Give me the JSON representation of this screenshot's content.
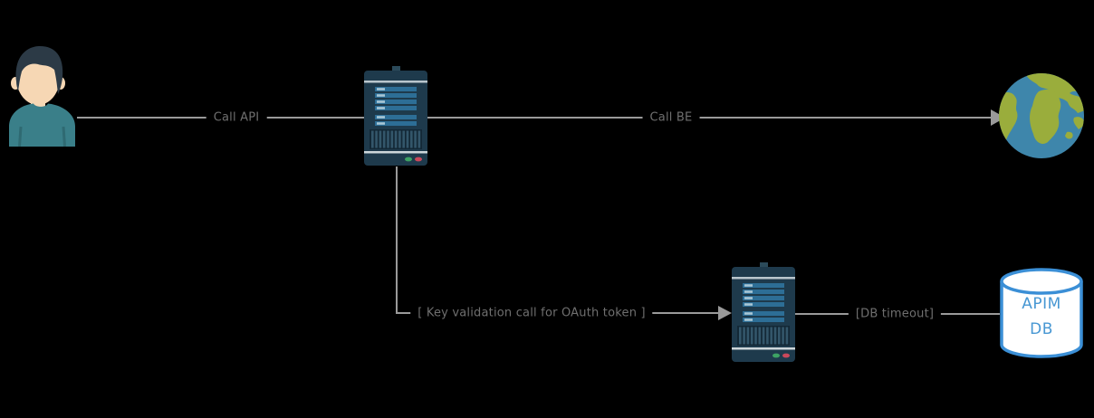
{
  "diagram": {
    "background": "#000000",
    "connector_color": "#9a9a9a",
    "label_color": "#6f6f6f",
    "edges": {
      "call_api": {
        "label": "Call API"
      },
      "call_be": {
        "label": "Call BE"
      },
      "key_validation": {
        "label": "[ Key validation call for OAuth token ]"
      },
      "db_timeout": {
        "label": "[DB timeout]"
      }
    },
    "nodes": {
      "user": {
        "icon": "person-icon",
        "colors": {
          "hair": "#2c3a46",
          "skin": "#f6d7b4",
          "shirt": "#3a7f89"
        }
      },
      "api_server": {
        "icon": "server-icon"
      },
      "oauth_server": {
        "icon": "server-icon"
      },
      "backend_globe": {
        "icon": "globe-icon",
        "colors": {
          "ocean": "#3e86ab",
          "land": "#9aad3c"
        }
      },
      "database": {
        "icon": "database-icon",
        "label": {
          "line1": "APIM",
          "line2": "DB"
        },
        "colors": {
          "stroke": "#3b8fd6",
          "fill": "#ffffff",
          "text": "#4797d3"
        }
      }
    },
    "server_colors": {
      "body": "#1e3a4c",
      "bars": "#2d6e96",
      "chips": "#a9c7d6",
      "separator": "#b9c6cd",
      "vent_dark": "#132836",
      "vent_light": "#33566a",
      "led_green": "#3da264",
      "led_red": "#c9485b"
    }
  }
}
